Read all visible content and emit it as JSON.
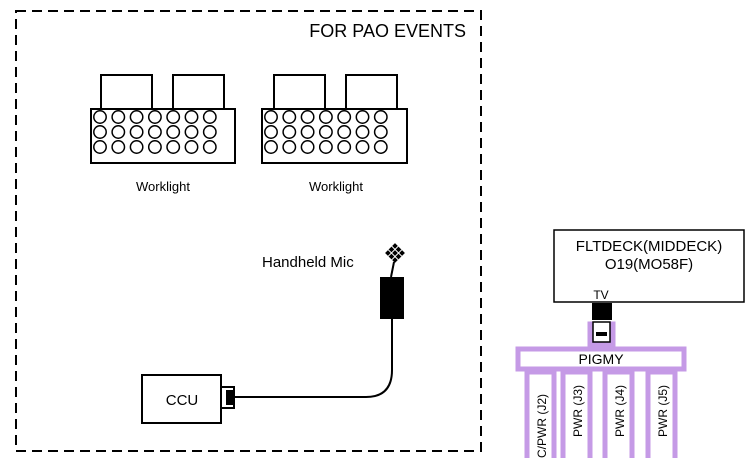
{
  "region_label": "FOR PAO EVENTS",
  "worklights": [
    {
      "label": "Worklight"
    },
    {
      "label": "Worklight"
    }
  ],
  "mic_label": "Handheld Mic",
  "ccu_label": "CCU",
  "fltdeck": {
    "line1": "FLTDECK(MIDDECK)",
    "line2": "O19(MO58F)"
  },
  "tv_label": "TV",
  "pigmy_label": "PIGMY",
  "ports": [
    {
      "label": "C/PWR (J2)"
    },
    {
      "label": "PWR (J3)"
    },
    {
      "label": "PWR (J4)"
    },
    {
      "label": "PWR (J5)"
    }
  ],
  "colors": {
    "pigmy": "#c59ae6",
    "line": "#000000"
  }
}
